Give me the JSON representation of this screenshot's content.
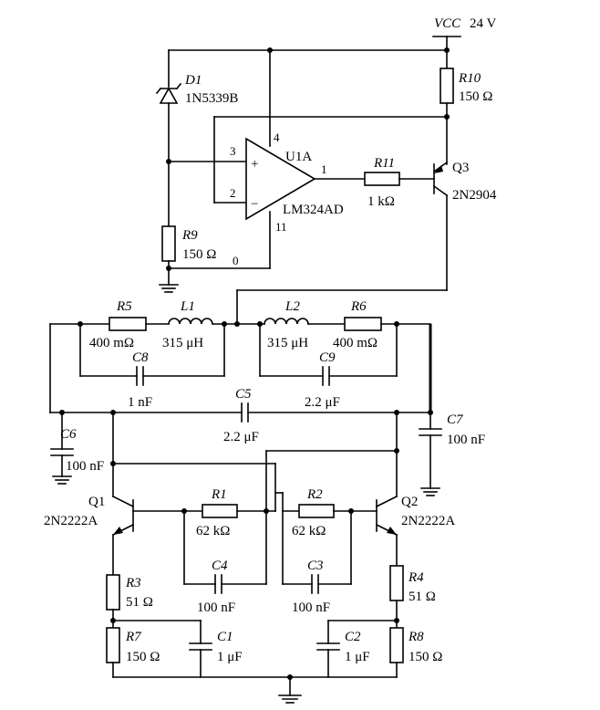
{
  "supply": {
    "label": "VCC",
    "value": "24 V"
  },
  "opamp": {
    "name": "U1A",
    "model": "LM324AD",
    "pins": {
      "p3": "3",
      "p2": "2",
      "p4": "4",
      "p11": "11",
      "p1": "1",
      "p0": "0"
    },
    "plus": "+",
    "minus": "−"
  },
  "components": {
    "D1": {
      "ref": "D1",
      "value": "1N5339B"
    },
    "R10": {
      "ref": "R10",
      "value": "150 Ω"
    },
    "R11": {
      "ref": "R11",
      "value": "1 kΩ"
    },
    "Q3": {
      "ref": "Q3",
      "value": "2N2904"
    },
    "R9": {
      "ref": "R9",
      "value": "150 Ω"
    },
    "R5": {
      "ref": "R5",
      "value": "400 mΩ"
    },
    "L1": {
      "ref": "L1",
      "value": "315 μH"
    },
    "L2": {
      "ref": "L2",
      "value": "315 μH"
    },
    "R6": {
      "ref": "R6",
      "value": "400 mΩ"
    },
    "C8": {
      "ref": "C8",
      "value": "1 nF"
    },
    "C9": {
      "ref": "C9",
      "value": "2.2 μF"
    },
    "C5": {
      "ref": "C5",
      "value": "2.2 μF"
    },
    "C6": {
      "ref": "C6",
      "value": "100 nF"
    },
    "C7": {
      "ref": "C7",
      "value": "100 nF"
    },
    "Q1": {
      "ref": "Q1",
      "value": "2N2222A"
    },
    "Q2": {
      "ref": "Q2",
      "value": "2N2222A"
    },
    "R1": {
      "ref": "R1",
      "value": "62 kΩ"
    },
    "R2": {
      "ref": "R2",
      "value": "62 kΩ"
    },
    "C4": {
      "ref": "C4",
      "value": "100 nF"
    },
    "C3": {
      "ref": "C3",
      "value": "100 nF"
    },
    "R3": {
      "ref": "R3",
      "value": "51 Ω"
    },
    "R4": {
      "ref": "R4",
      "value": "51 Ω"
    },
    "R7": {
      "ref": "R7",
      "value": "150 Ω"
    },
    "C1": {
      "ref": "C1",
      "value": "1 μF"
    },
    "C2": {
      "ref": "C2",
      "value": "1 μF"
    },
    "R8": {
      "ref": "R8",
      "value": "150 Ω"
    }
  }
}
